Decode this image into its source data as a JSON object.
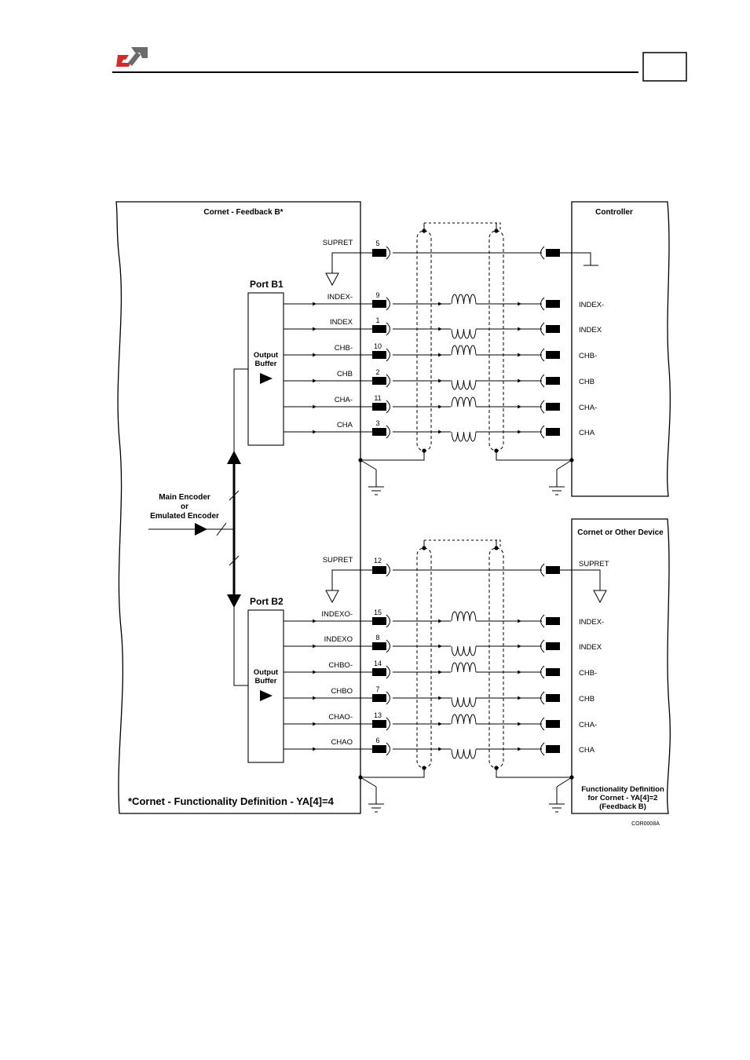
{
  "header": {
    "logo": "elmo-logo",
    "page_box": ""
  },
  "left_box": {
    "title": "Cornet - Feedback B*",
    "footnote": "*Cornet - Functionality Definition - YA[4]=4"
  },
  "port_b1": {
    "title": "Port B1",
    "buffer_label": [
      "Output",
      "Buffer"
    ],
    "supret": {
      "name": "SUPRET",
      "pin": "5"
    },
    "signals": [
      {
        "name": "INDEX-",
        "pin": "9"
      },
      {
        "name": "INDEX",
        "pin": "1"
      },
      {
        "name": "CHB-",
        "pin": "10"
      },
      {
        "name": "CHB",
        "pin": "2"
      },
      {
        "name": "CHA-",
        "pin": "11"
      },
      {
        "name": "CHA",
        "pin": "3"
      }
    ]
  },
  "port_b2": {
    "title": "Port B2",
    "buffer_label": [
      "Output",
      "Buffer"
    ],
    "supret": {
      "name": "SUPRET",
      "pin": "12"
    },
    "signals": [
      {
        "name": "INDEXO-",
        "pin": "15"
      },
      {
        "name": "INDEXO",
        "pin": "8"
      },
      {
        "name": "CHBO-",
        "pin": "14"
      },
      {
        "name": "CHBO",
        "pin": "7"
      },
      {
        "name": "CHAO-",
        "pin": "13"
      },
      {
        "name": "CHAO",
        "pin": "6"
      }
    ]
  },
  "encoder_input": [
    "Main Encoder",
    "or",
    "Emulated Encoder"
  ],
  "controller": {
    "title": "Controller",
    "signals": [
      "INDEX-",
      "INDEX",
      "CHB-",
      "CHB",
      "CHA-",
      "CHA"
    ]
  },
  "other_device": {
    "title": "Cornet or Other Device",
    "supret": "SUPRET",
    "signals": [
      "INDEX-",
      "INDEX",
      "CHB-",
      "CHB",
      "CHA-",
      "CHA"
    ],
    "note": [
      "Functionality Definition",
      "for Cornet - YA[4]=2",
      "(Feedback B)"
    ]
  },
  "figure_code": "COR0008A",
  "colors": {
    "logo_red": "#d42a2a",
    "logo_gray": "#6b6b6b",
    "line": "#000000"
  }
}
